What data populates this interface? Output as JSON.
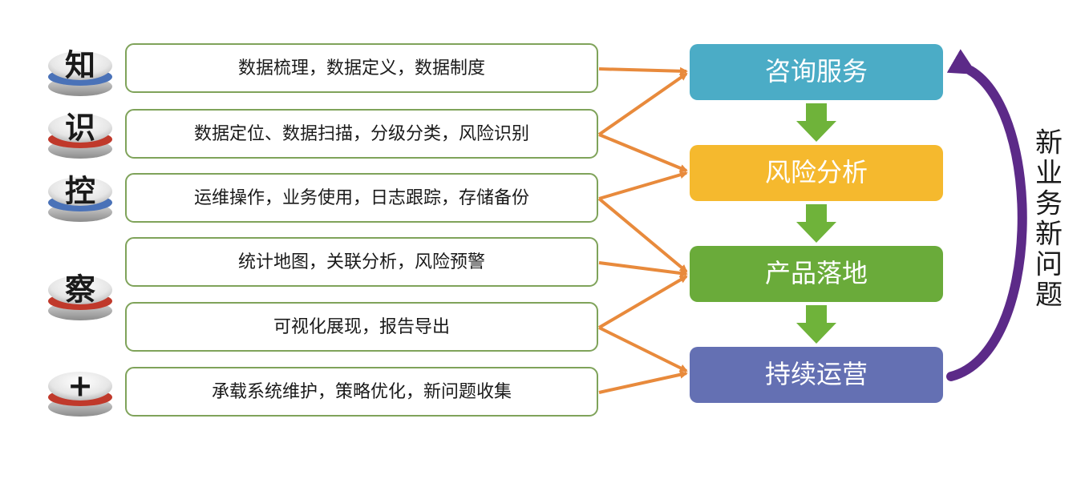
{
  "badges": [
    {
      "label": "知"
    },
    {
      "label": "识"
    },
    {
      "label": "控"
    },
    {
      "label": "察"
    },
    {
      "label": "+"
    }
  ],
  "tasks": [
    {
      "text": "数据梳理，数据定义，数据制度"
    },
    {
      "text": "数据定位、数据扫描，分级分类，风险识别"
    },
    {
      "text": "运维操作，业务使用，日志跟踪，存储备份"
    },
    {
      "text": "统计地图，关联分析，风险预警"
    },
    {
      "text": "可视化展现，报告导出"
    },
    {
      "text": "承载系统维护，策略优化，新问题收集"
    }
  ],
  "stages": [
    {
      "label": "咨询服务",
      "color": "#4bacc6"
    },
    {
      "label": "风险分析",
      "color": "#f5b92e"
    },
    {
      "label": "产品落地",
      "color": "#6aab3a"
    },
    {
      "label": "持续运营",
      "color": "#6470b3"
    }
  ],
  "feedback": {
    "chars": [
      "新",
      "业",
      "务",
      "新",
      "问",
      "题"
    ],
    "color": "#5c2a88"
  },
  "colors": {
    "connector": "#e88a3c",
    "down_arrow": "#6fb33a",
    "task_border": "#7fa35a",
    "badge_red": "#c0392b",
    "badge_blue": "#4a72b8"
  }
}
